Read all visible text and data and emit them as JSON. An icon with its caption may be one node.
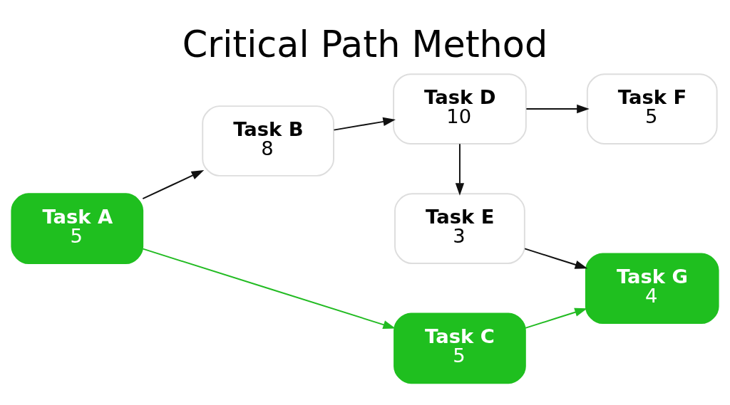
{
  "diagram": {
    "title": "Critical Path Method",
    "nodes": [
      {
        "text": [
          "Task A",
          "5"
        ]
      },
      {
        "text": [
          "Task B",
          "8"
        ]
      },
      {
        "text": [
          "Task C",
          "5"
        ]
      },
      {
        "text": [
          "Task D",
          "10"
        ]
      },
      {
        "text": [
          "Task E",
          "3"
        ]
      },
      {
        "text": [
          "Task F",
          "5"
        ]
      },
      {
        "text": [
          "Task G",
          "4"
        ]
      }
    ],
    "edges": [
      {
        "from": 0,
        "to": 1,
        "arrow": "to"
      },
      {
        "from": 0,
        "to": 2,
        "arrow": "to",
        "color": "#22bb22"
      },
      {
        "from": 1,
        "to": 3,
        "arrow": "to"
      },
      {
        "from": 3,
        "to": 5,
        "arrow": "to"
      },
      {
        "from": 3,
        "to": 4,
        "arrow": "to"
      },
      {
        "from": 4,
        "to": 6,
        "arrow": "to"
      },
      {
        "from": 2,
        "to": 6,
        "arrow": "to",
        "color": "#22bb22"
      }
    ]
  }
}
